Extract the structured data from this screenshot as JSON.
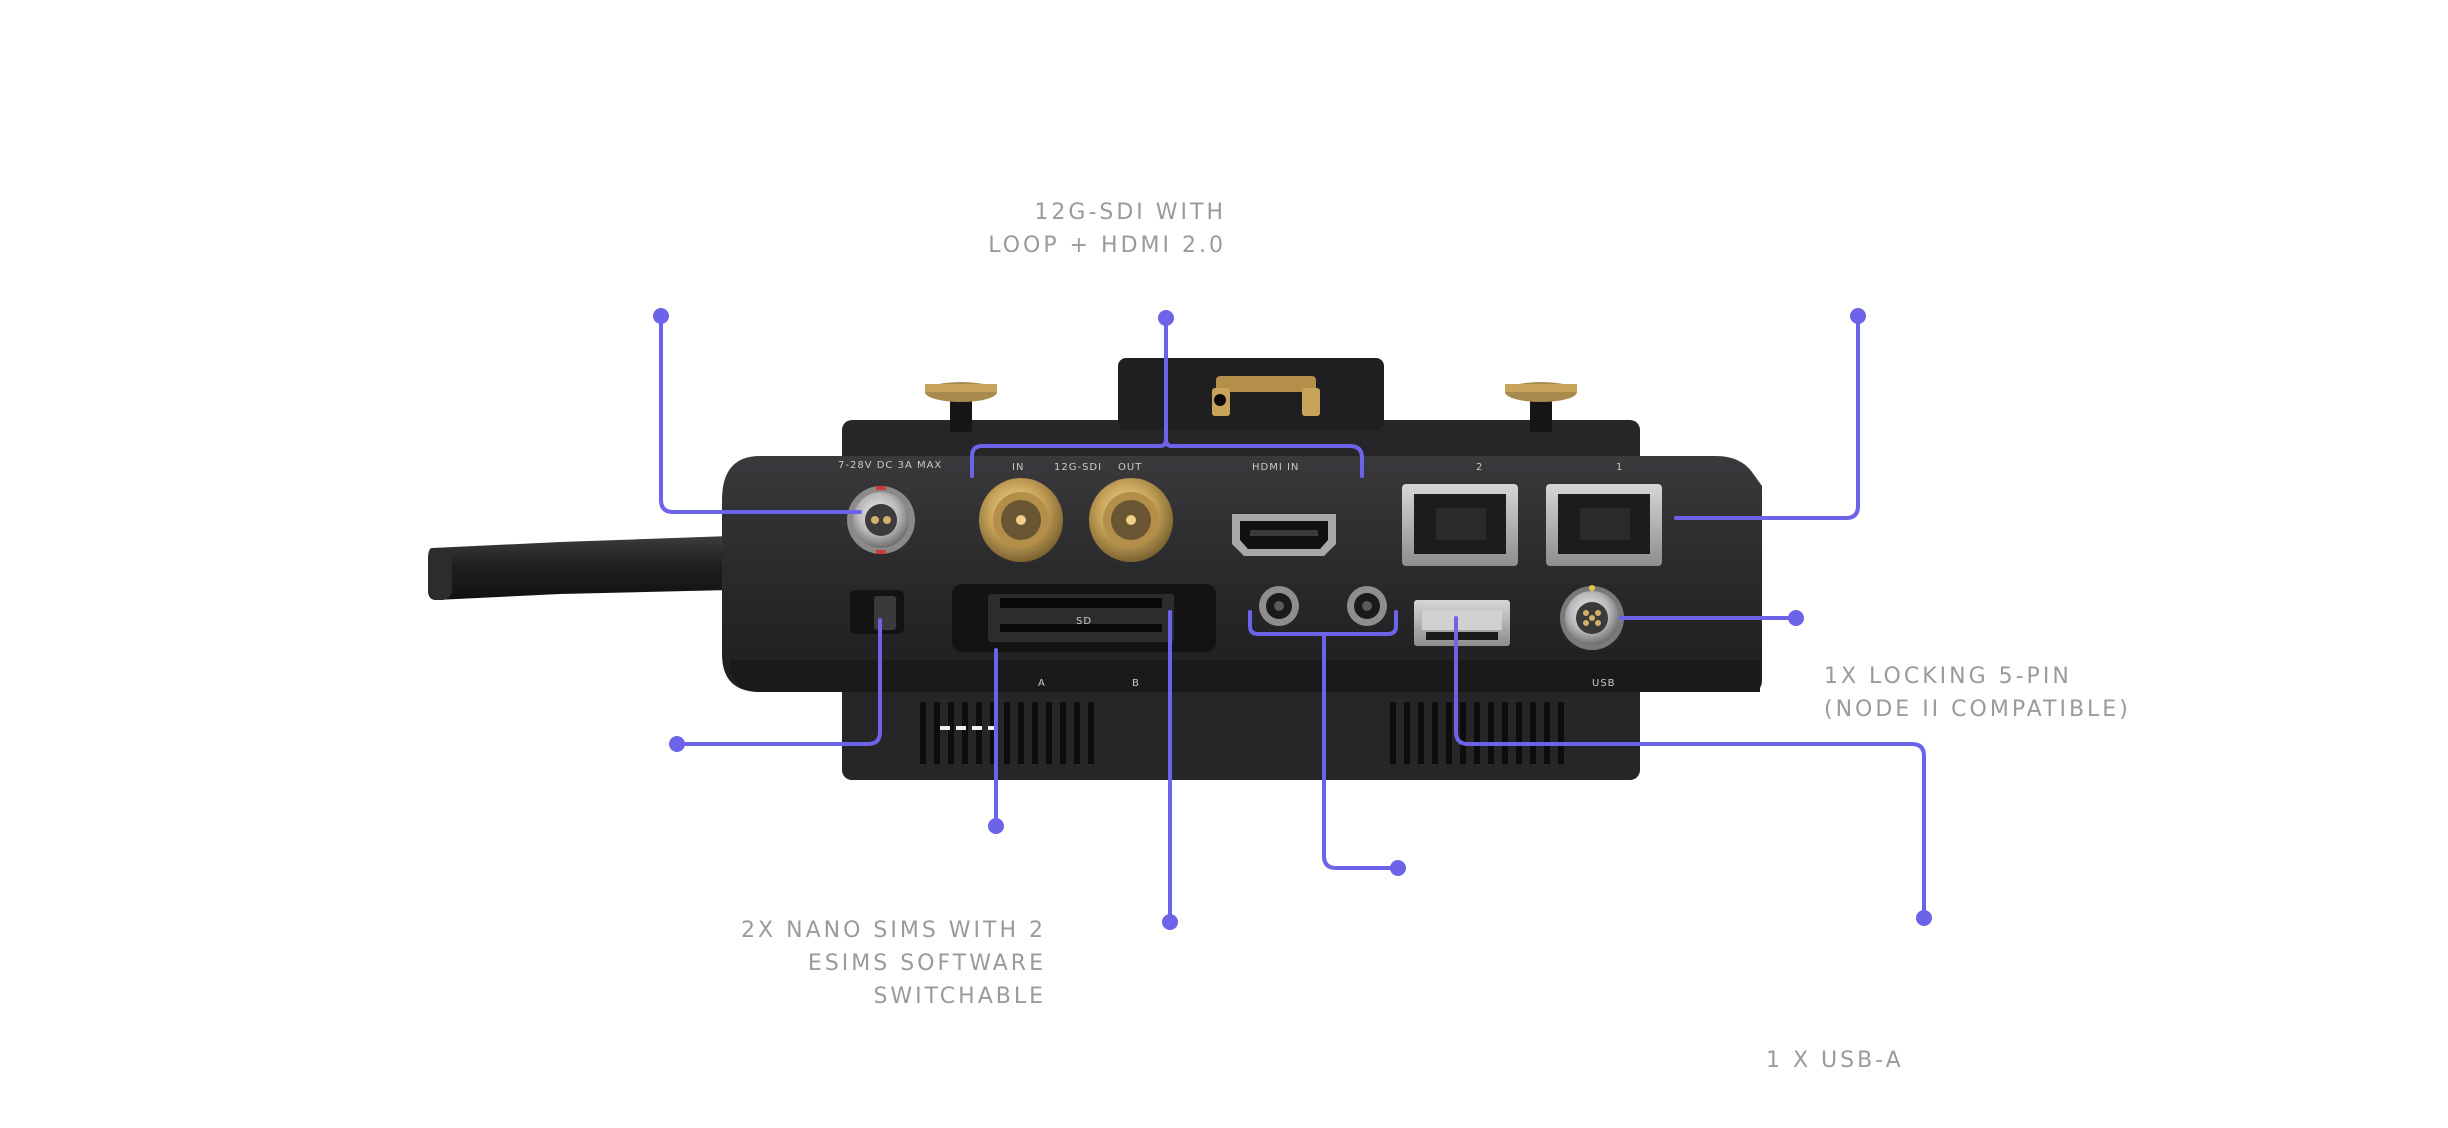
{
  "annotations": {
    "sdi_hdmi": {
      "line1": "12G-SDI WITH",
      "line2": "LOOP + HDMI 2.0"
    },
    "nano_sims": {
      "line1": "2X NANO SIMS WITH 2",
      "line2": "ESIMS SOFTWARE",
      "line3": "SWITCHABLE"
    },
    "locking_5pin": {
      "line1": "1X LOCKING 5-PIN",
      "line2": "(NODE II COMPATIBLE)"
    },
    "usb_a": {
      "line1": "1 X USB-A"
    }
  },
  "panel_labels": {
    "power": "7-28V DC  3A MAX",
    "sdi_in": "IN",
    "sdi_group": "12G-SDI",
    "sdi_out": "OUT",
    "hdmi": "HDMI  IN",
    "eth2": "2",
    "eth1": "1",
    "sd": "SD",
    "sim_a": "A",
    "sim_b": "B",
    "usb": "USB"
  },
  "colors": {
    "callout": "#6c63e8",
    "annotation_text": "#9a9a9a",
    "chassis": "#2b2b2d",
    "brass": "#c8a45a"
  }
}
